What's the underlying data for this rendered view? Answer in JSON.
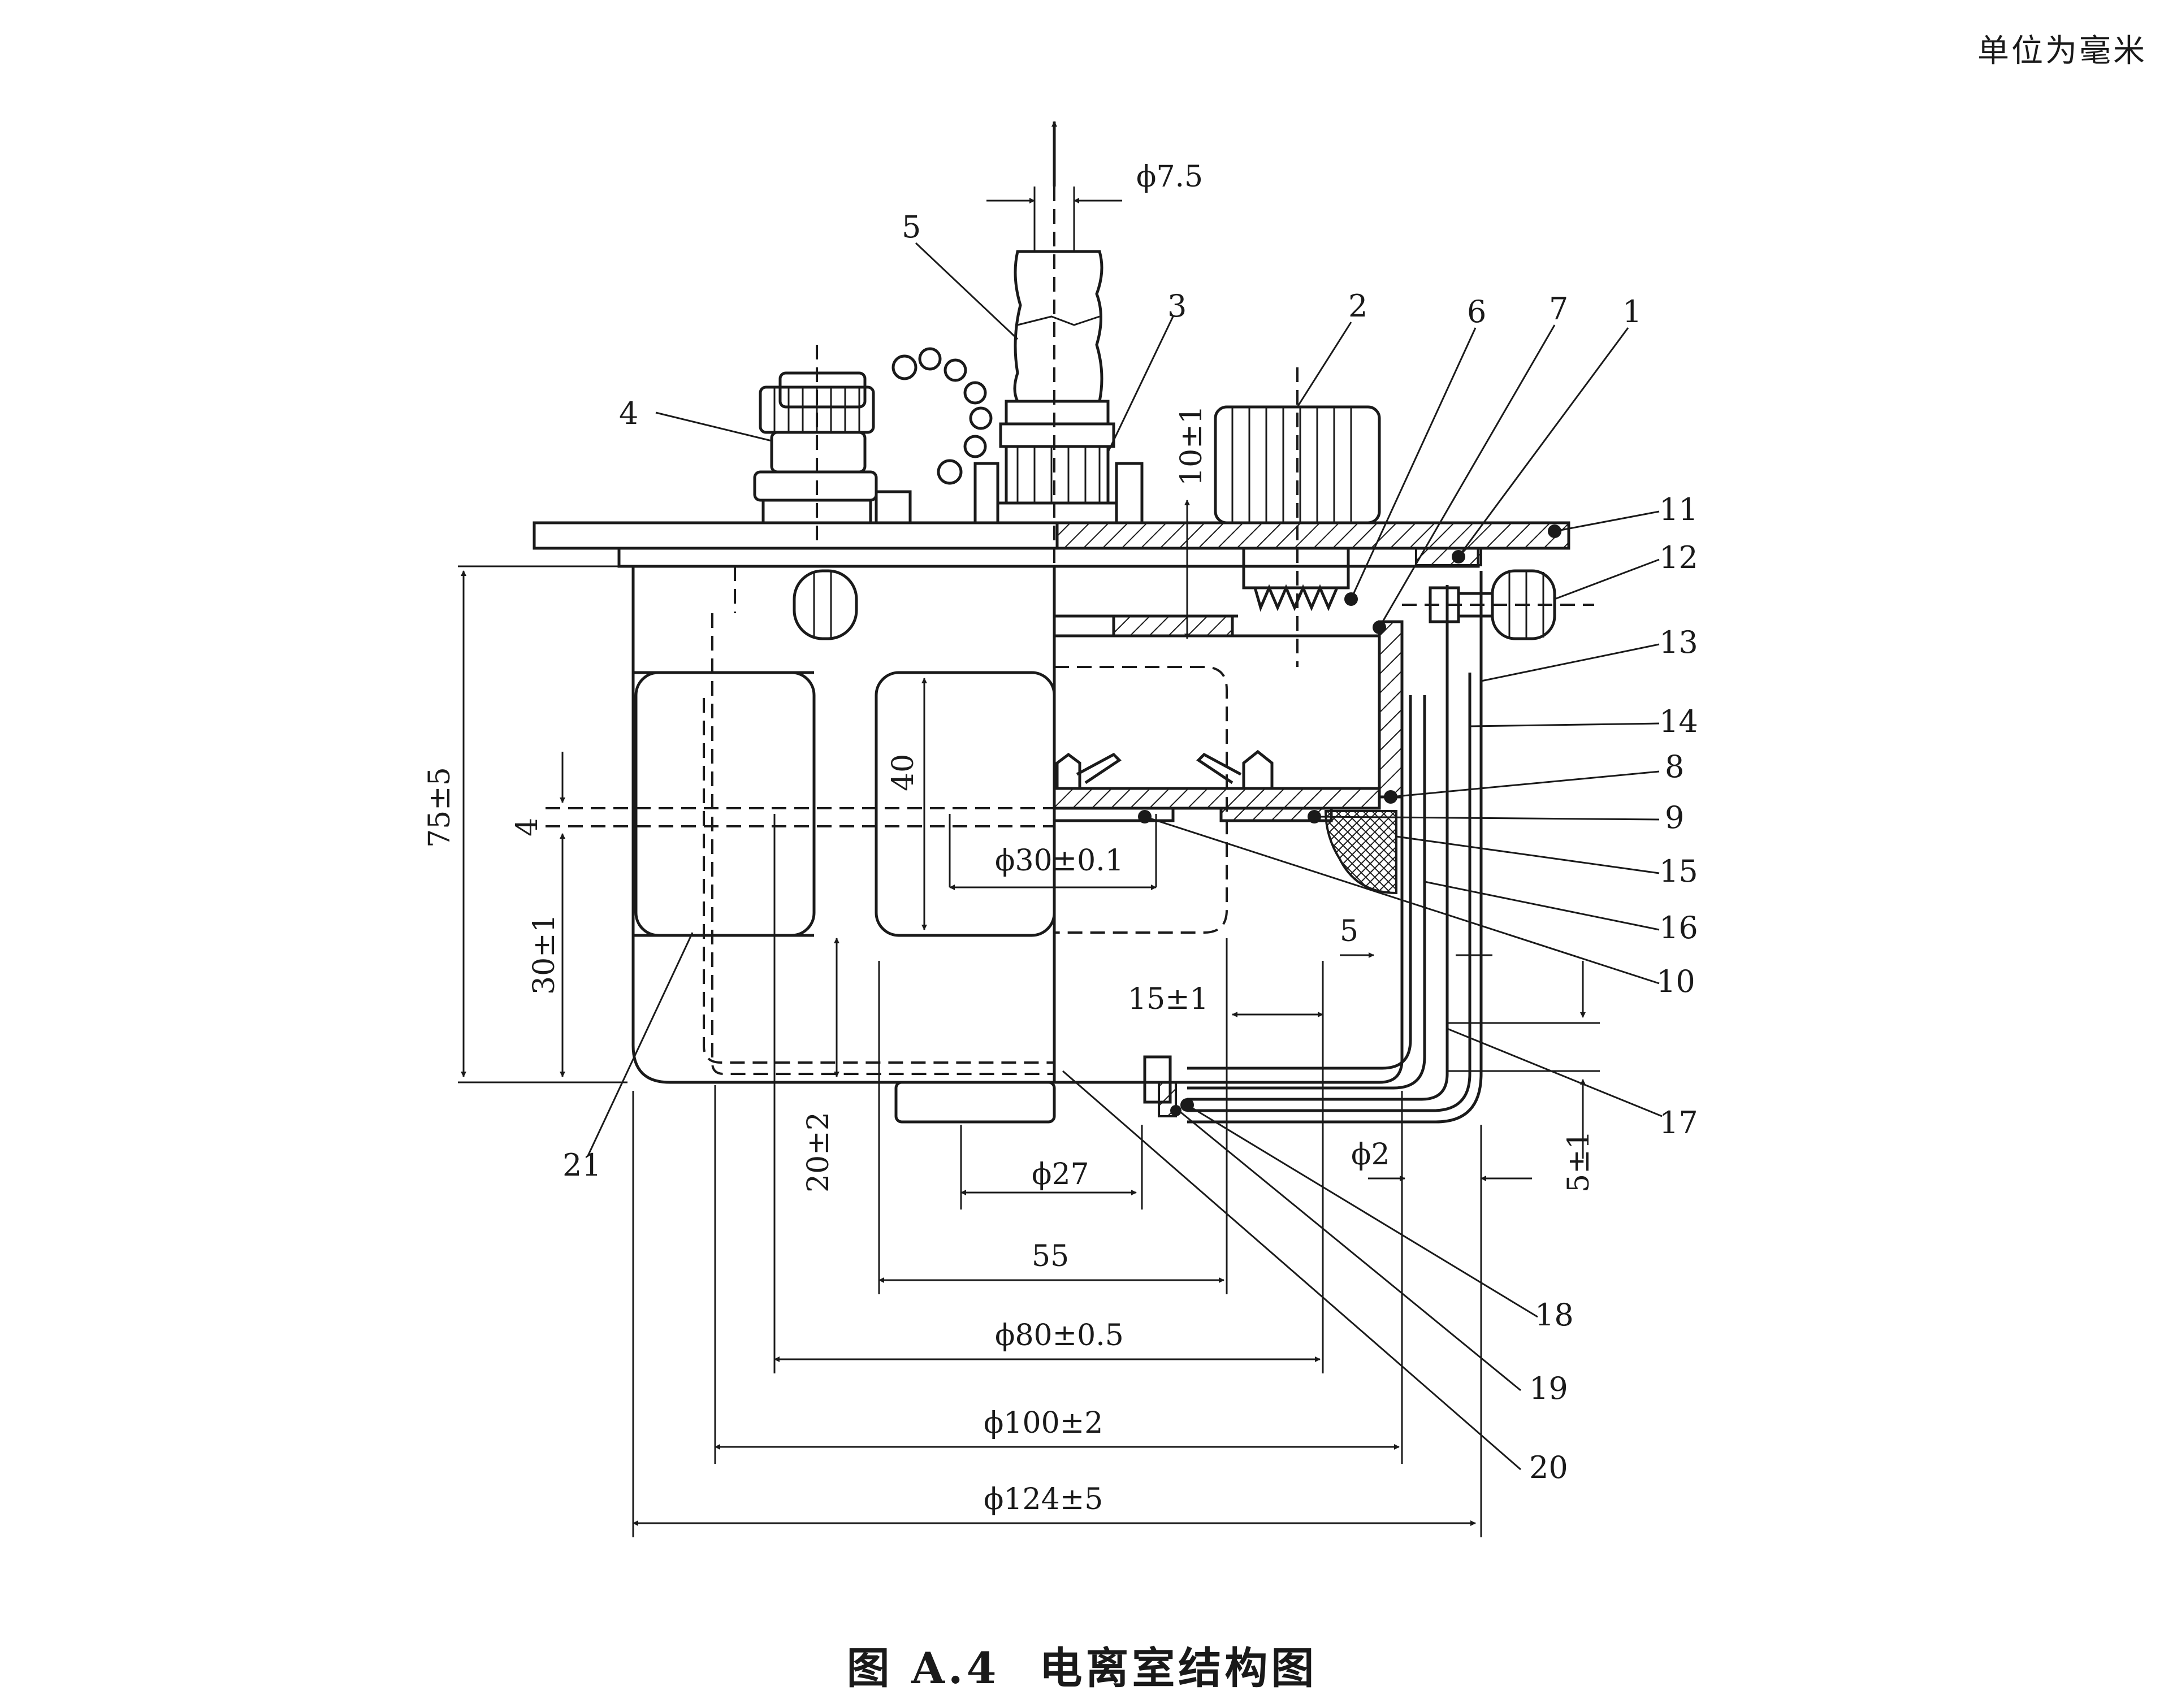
{
  "unit_note": "单位为毫米",
  "caption": {
    "figure_no": "图 A.4",
    "title": "电离室结构图"
  },
  "callouts": [
    "1",
    "2",
    "3",
    "4",
    "5",
    "6",
    "7",
    "8",
    "9",
    "10",
    "11",
    "12",
    "13",
    "14",
    "15",
    "16",
    "17",
    "18",
    "19",
    "20",
    "21"
  ],
  "dimensions": {
    "d_7_5": "ϕ7.5",
    "d_10": "10±1",
    "d_75": "75±5",
    "d_4": "4",
    "d_30": "30±1",
    "d_40": "40",
    "d_phi30": "ϕ30±0.1",
    "d_5a": "5",
    "d_15": "15±1",
    "d_20": "20±2",
    "d_phi27": "ϕ27",
    "d_phi2": "ϕ2",
    "d_5b": "5±1",
    "d_55": "55",
    "d_phi80": "ϕ80±0.5",
    "d_phi100": "ϕ100±2",
    "d_phi124": "ϕ124±5"
  }
}
